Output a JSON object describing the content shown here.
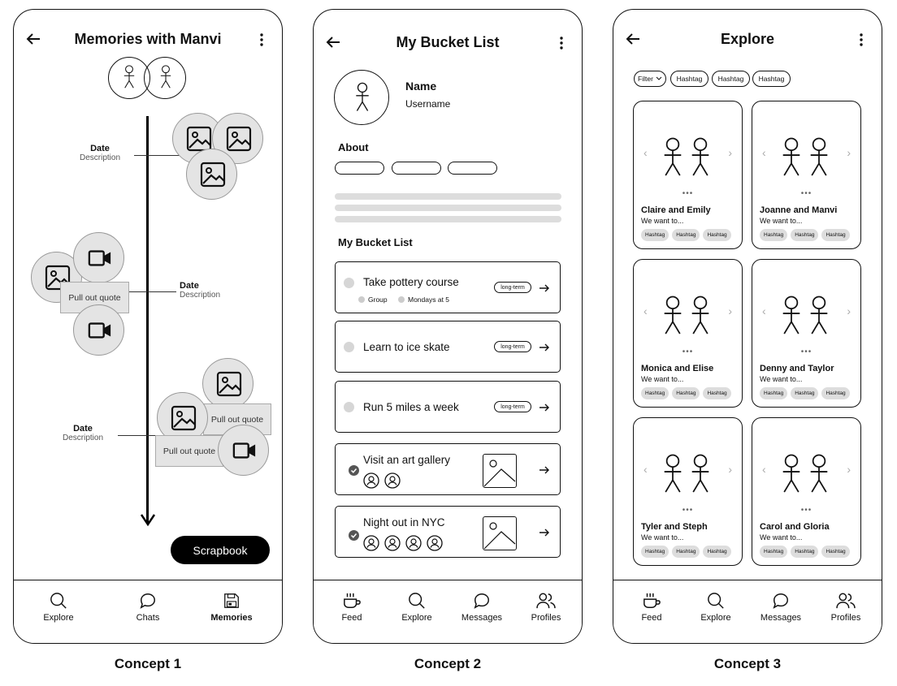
{
  "concept1": {
    "title": "Memories with Manvi",
    "caption": "Concept 1",
    "entries": [
      {
        "date": "Date",
        "description": "Description"
      },
      {
        "date": "Date",
        "description": "Description"
      },
      {
        "date": "Date",
        "description": "Description"
      }
    ],
    "quotes": [
      "Pull out quote",
      "Pull out quote",
      "Pull out quote"
    ],
    "scrapbook_label": "Scrapbook",
    "tabs": [
      {
        "label": "Explore",
        "icon": "search-icon"
      },
      {
        "label": "Chats",
        "icon": "chat-icon"
      },
      {
        "label": "Memories",
        "icon": "floppy-icon"
      }
    ]
  },
  "concept2": {
    "title": "My Bucket List",
    "caption": "Concept 2",
    "profile": {
      "name": "Name",
      "username": "Username"
    },
    "about_heading": "About",
    "list_heading": "My Bucket List",
    "items": [
      {
        "label": "Take pottery course",
        "tag": "long-term",
        "meta": [
          "Group",
          "Mondays at 5"
        ]
      },
      {
        "label": "Learn to ice skate",
        "tag": "long-term"
      },
      {
        "label": "Run 5 miles a week",
        "tag": "long-term"
      },
      {
        "label": "Visit an art gallery",
        "done": true,
        "avatars": 2
      },
      {
        "label": "Night out in NYC",
        "done": true,
        "avatars": 4
      }
    ],
    "tabs": [
      {
        "label": "Feed",
        "icon": "cup-icon"
      },
      {
        "label": "Explore",
        "icon": "search-icon"
      },
      {
        "label": "Messages",
        "icon": "chat-icon"
      },
      {
        "label": "Profiles",
        "icon": "people-icon"
      }
    ]
  },
  "concept3": {
    "title": "Explore",
    "caption": "Concept 3",
    "filter_label": "Filter",
    "chips": [
      "Hashtag",
      "Hashtag",
      "Hashtag"
    ],
    "cards": [
      {
        "name": "Claire and Emily",
        "text": "We want to...",
        "tags": [
          "Hashtag",
          "Hashtag",
          "Hashtag"
        ]
      },
      {
        "name": "Joanne and Manvi",
        "text": "We want to...",
        "tags": [
          "Hashtag",
          "Hashtag",
          "Hashtag"
        ]
      },
      {
        "name": "Monica and Elise",
        "text": "We want to...",
        "tags": [
          "Hashtag",
          "Hashtag",
          "Hashtag"
        ]
      },
      {
        "name": "Denny and Taylor",
        "text": "We want to...",
        "tags": [
          "Hashtag",
          "Hashtag",
          "Hashtag"
        ]
      },
      {
        "name": "Tyler and Steph",
        "text": "We want to...",
        "tags": [
          "Hashtag",
          "Hashtag",
          "Hashtag"
        ]
      },
      {
        "name": "Carol and Gloria",
        "text": "We want to...",
        "tags": [
          "Hashtag",
          "Hashtag",
          "Hashtag"
        ]
      }
    ],
    "tabs": [
      {
        "label": "Feed",
        "icon": "cup-icon"
      },
      {
        "label": "Explore",
        "icon": "search-icon"
      },
      {
        "label": "Messages",
        "icon": "chat-icon"
      },
      {
        "label": "Profiles",
        "icon": "people-icon"
      }
    ]
  }
}
